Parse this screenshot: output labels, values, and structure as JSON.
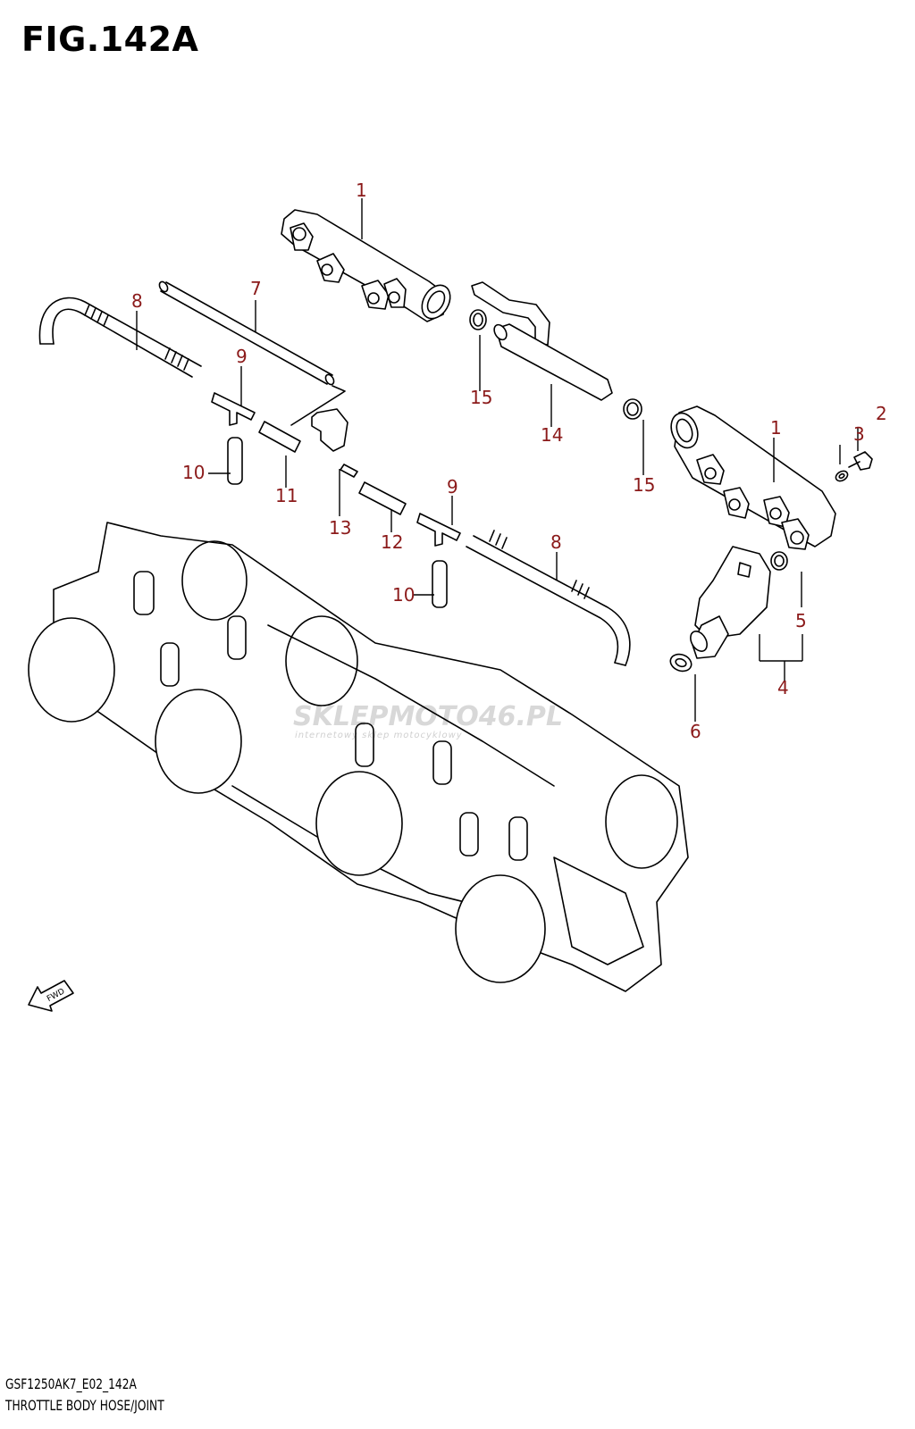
{
  "figure": {
    "title": "FIG.142A",
    "model_code": "GSF1250AK7_E02_142A",
    "name": "THROTTLE BODY HOSE/JOINT"
  },
  "watermark": {
    "text": "SKLEPMOTO46.PL",
    "subtext": "internetowy sklep motocyklowy"
  },
  "fwd_label": "FWD",
  "callouts": [
    "1",
    "1",
    "2",
    "3",
    "4",
    "5",
    "6",
    "7",
    "8",
    "8",
    "9",
    "9",
    "10",
    "10",
    "11",
    "12",
    "13",
    "14",
    "15",
    "15"
  ]
}
